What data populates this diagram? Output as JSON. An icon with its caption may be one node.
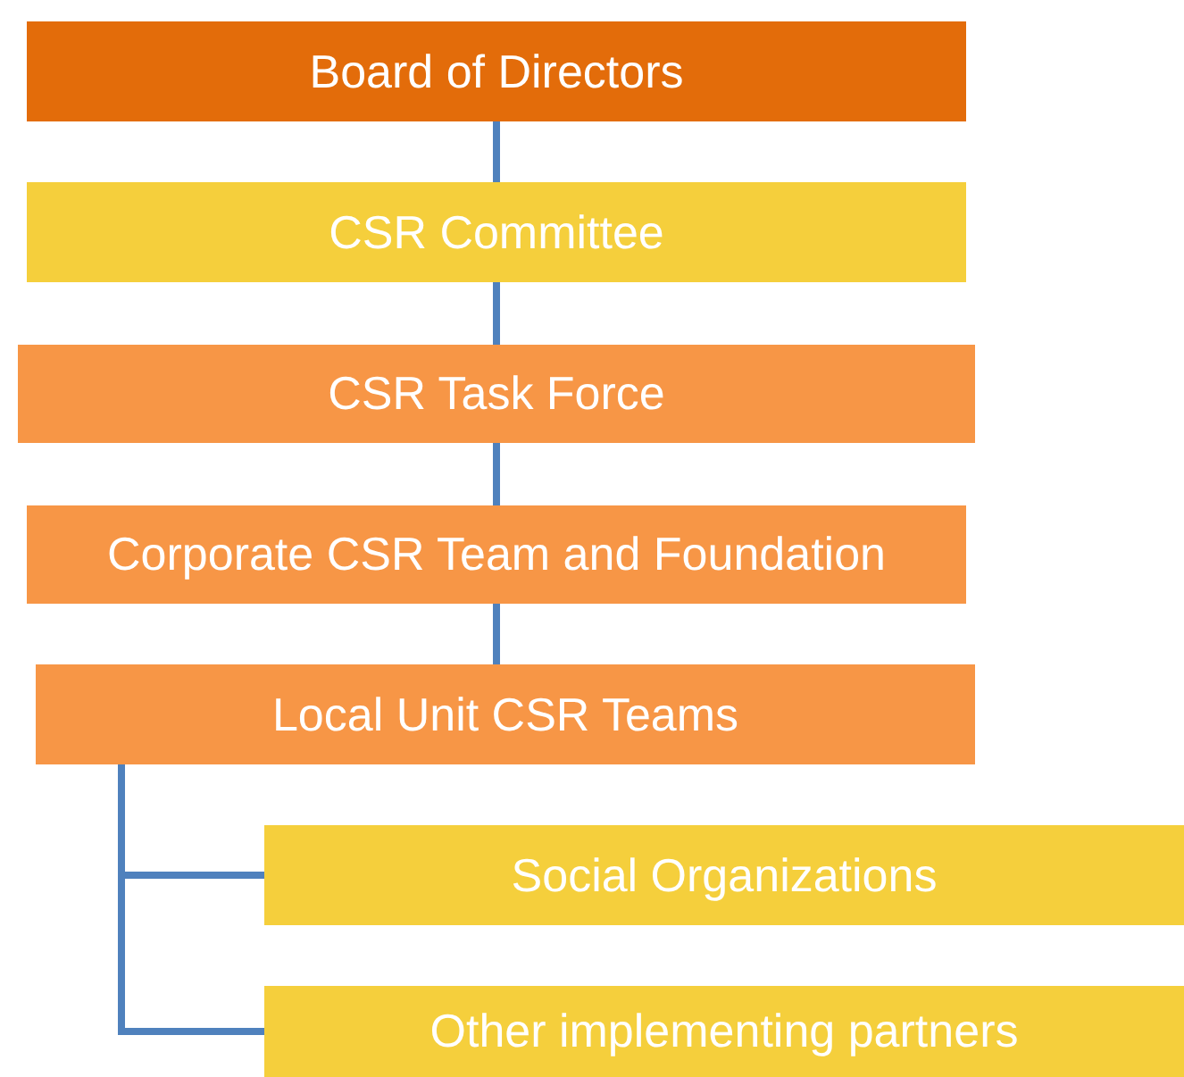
{
  "diagram": {
    "nodes": [
      {
        "text": [
          "Board of Directors"
        ]
      },
      {
        "text": [
          "CSR Committee"
        ]
      },
      {
        "text": [
          "CSR Task Force"
        ]
      },
      {
        "text": [
          "Corporate CSR Team and Foundation"
        ]
      },
      {
        "text": [
          "Local Unit CSR Teams"
        ]
      },
      {
        "text": [
          "Social Organizations"
        ]
      },
      {
        "text": [
          "Other implementing partners"
        ]
      }
    ],
    "edges": [
      {
        "from": 0,
        "to": 1,
        "arrow": "none"
      },
      {
        "from": 1,
        "to": 2,
        "arrow": "none"
      },
      {
        "from": 2,
        "to": 3,
        "arrow": "none"
      },
      {
        "from": 3,
        "to": 4,
        "arrow": "none"
      },
      {
        "from": 4,
        "to": 5,
        "arrow": "none"
      },
      {
        "from": 4,
        "to": 6,
        "arrow": "none"
      }
    ]
  }
}
